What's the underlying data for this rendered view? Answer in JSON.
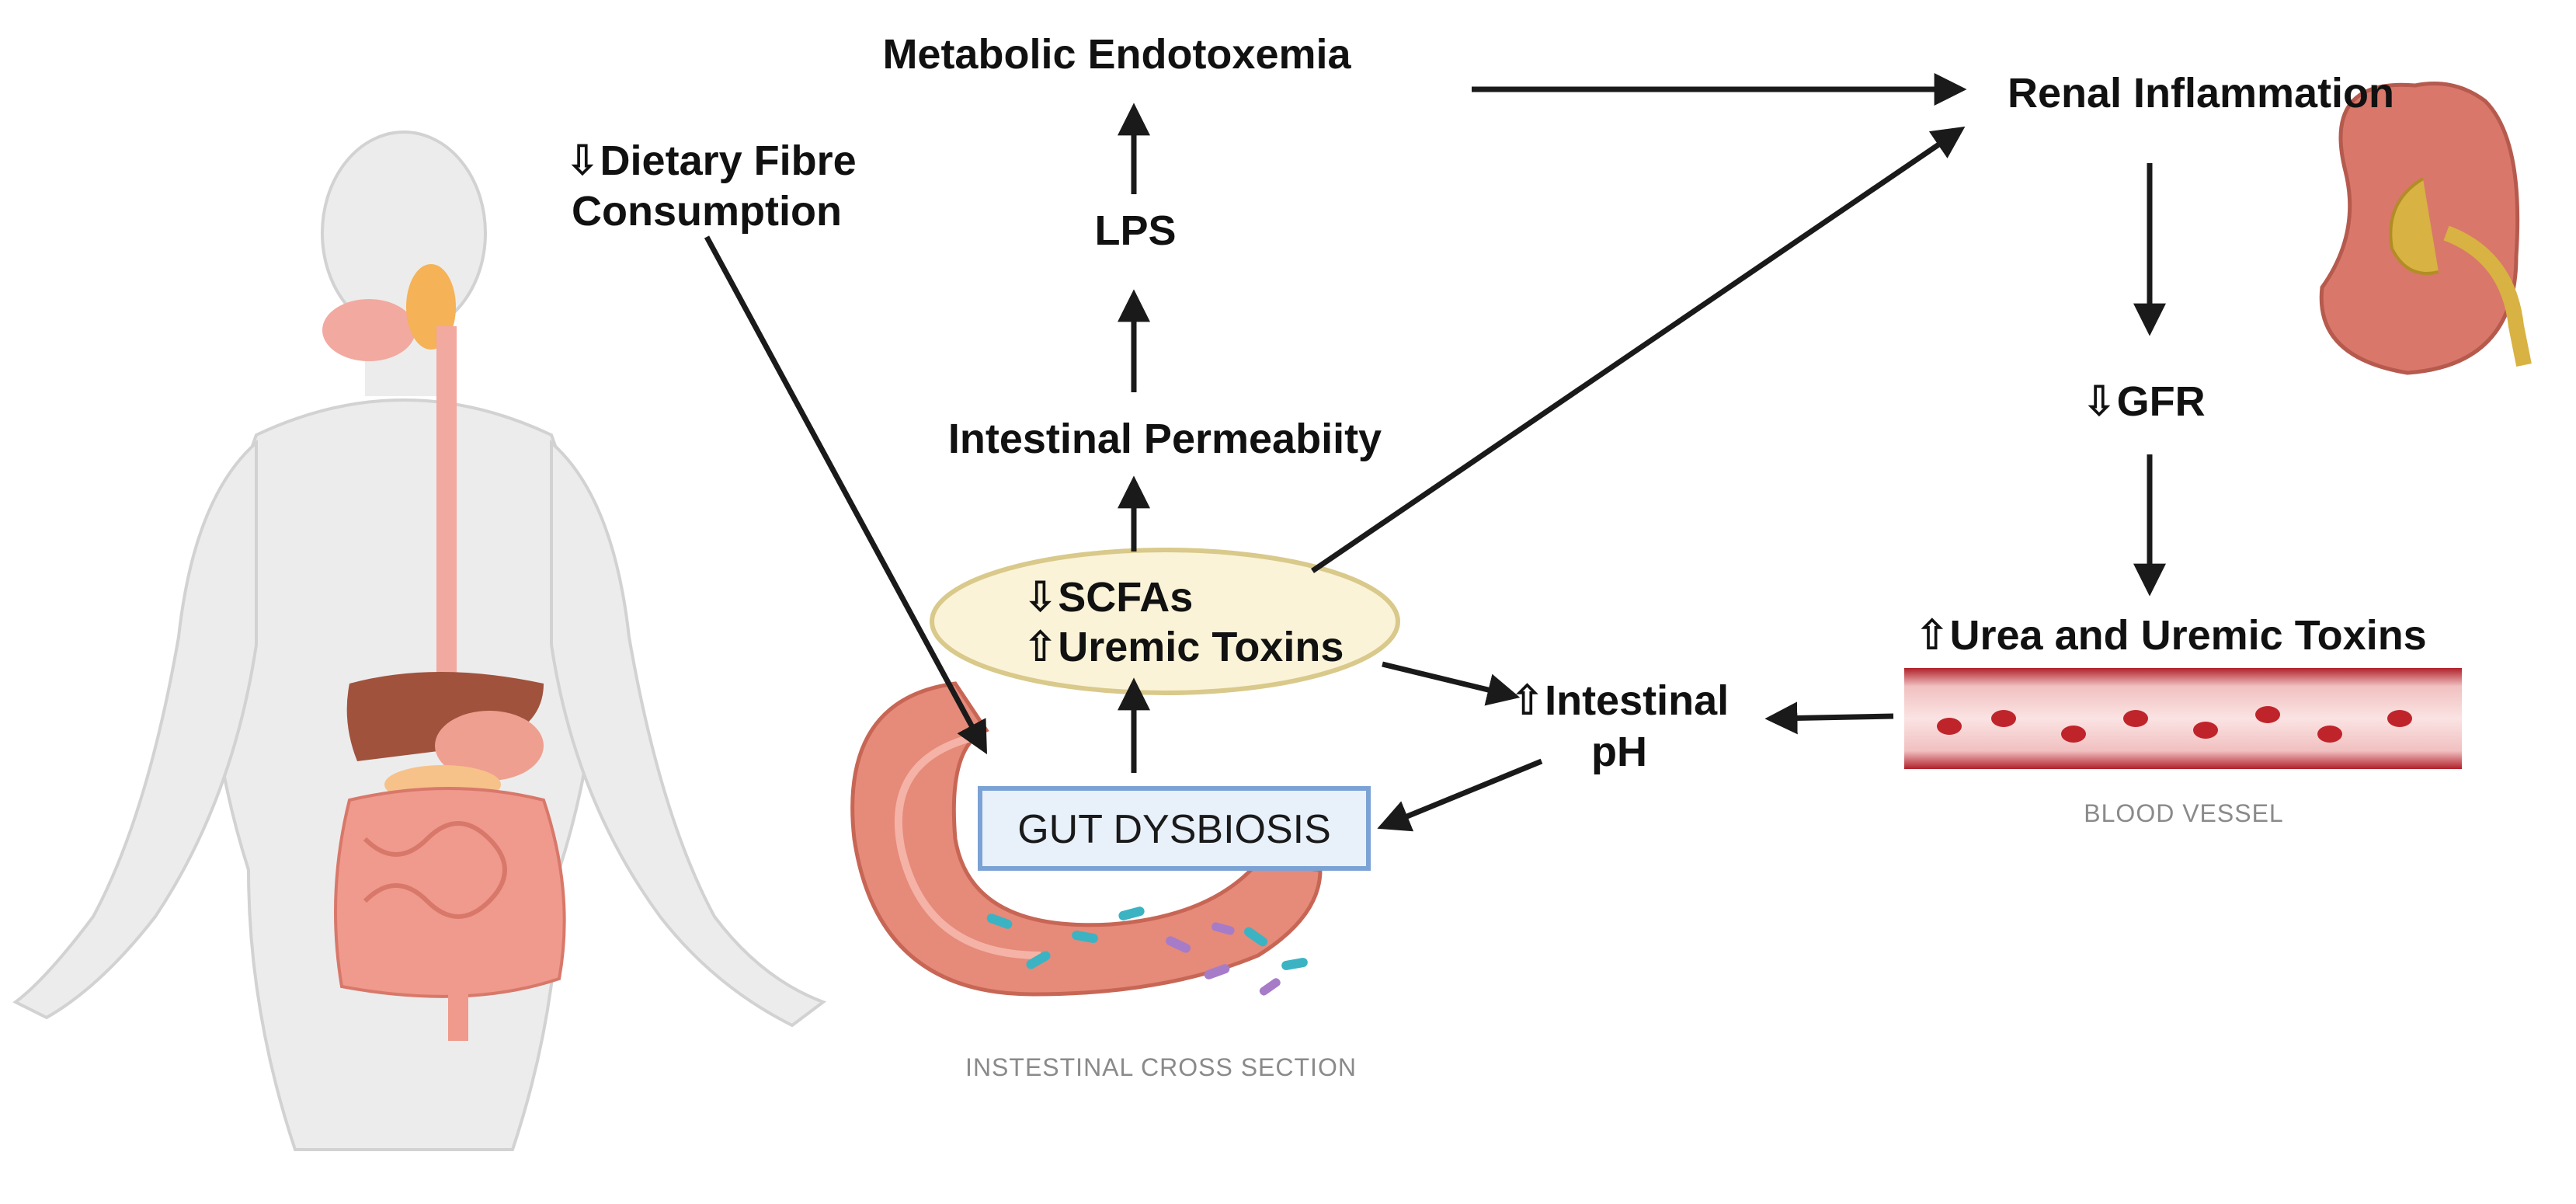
{
  "diagram": {
    "nodes": {
      "metabolic_endotoxemia": "Metabolic Endotoxemia",
      "renal_inflammation": "Renal Inflammation",
      "dietary_fibre_line1": "⇩Dietary Fibre",
      "dietary_fibre_line2": "Consumption",
      "lps": "LPS",
      "intestinal_permeability": "Intestinal Permeabiity",
      "scfas": "⇩SCFAs",
      "uremic_toxins": "⇧Uremic Toxins",
      "gfr": "⇩GFR",
      "urea_uremic_toxins": "⇧Urea and Uremic Toxins",
      "intestinal_ph_line1": "⇧Intestinal",
      "intestinal_ph_line2": "pH",
      "gut_dysbiosis": "GUT DYSBIOSIS"
    },
    "captions": {
      "blood_vessel": "BLOOD VESSEL",
      "intestinal_cross_section": "INSTESTINAL CROSS SECTION"
    },
    "colors": {
      "arrow": "#1a1a1a",
      "ellipse_fill": "#faf3d8",
      "ellipse_stroke": "#d9c98a",
      "dysbiosis_fill": "#e8f0fa",
      "dysbiosis_stroke": "#7ba2d4",
      "body_fill": "#ececec",
      "intestine": "#e68a7a",
      "vessel": "#c0242b",
      "kidney": "#d9776b",
      "bacteria_teal": "#3bb3c3",
      "bacteria_purple": "#a67cc9"
    },
    "edges": [
      [
        "dietary_fibre",
        "gut_dysbiosis"
      ],
      [
        "gut_dysbiosis",
        "scfas_uremic"
      ],
      [
        "scfas_uremic",
        "intestinal_permeability"
      ],
      [
        "intestinal_permeability",
        "lps"
      ],
      [
        "lps",
        "metabolic_endotoxemia"
      ],
      [
        "metabolic_endotoxemia",
        "renal_inflammation"
      ],
      [
        "scfas_uremic",
        "renal_inflammation"
      ],
      [
        "renal_inflammation",
        "gfr"
      ],
      [
        "gfr",
        "urea_uremic_toxins"
      ],
      [
        "blood_vessel",
        "intestinal_ph"
      ],
      [
        "scfas_uremic",
        "intestinal_ph"
      ],
      [
        "intestinal_ph",
        "gut_dysbiosis"
      ]
    ]
  }
}
